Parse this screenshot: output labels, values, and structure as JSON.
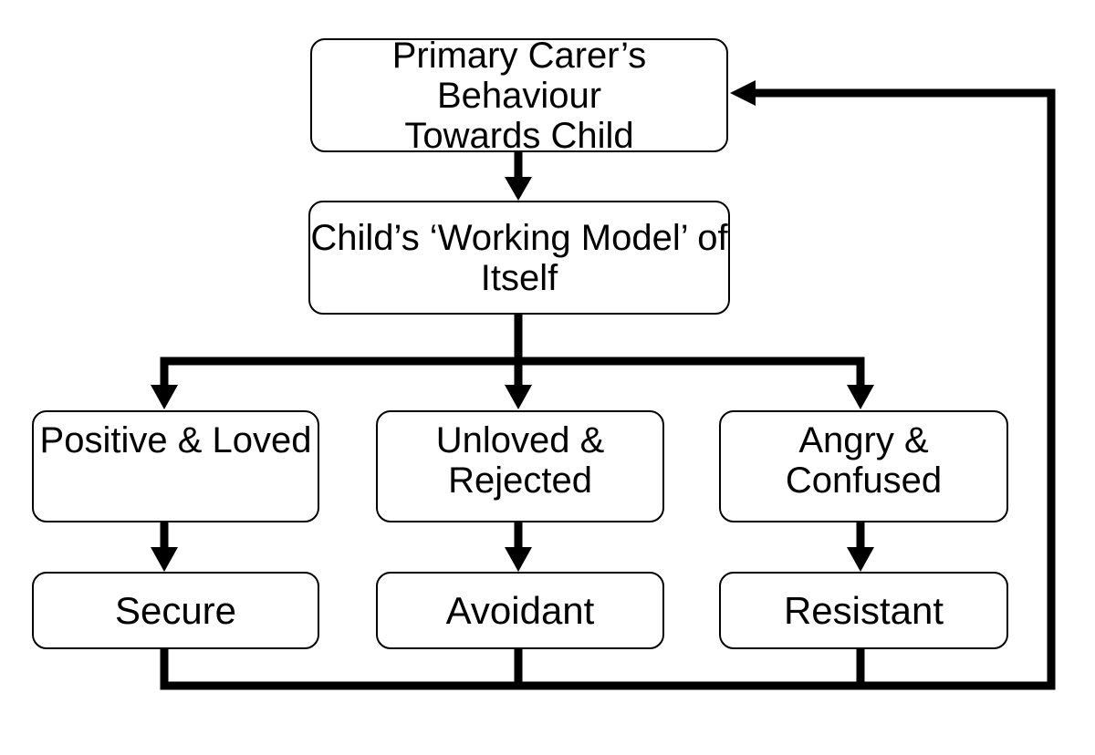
{
  "diagram": {
    "type": "flowchart",
    "nodes": {
      "primary_carer_behaviour": {
        "text": "Primary Carer’s Behaviour\nTowards Child"
      },
      "child_working_model": {
        "text": "Child’s ‘Working Model’ of\nItself"
      },
      "positive_loved": {
        "text": "Positive & Loved"
      },
      "unloved_rejected": {
        "text": "Unloved &\nRejected"
      },
      "angry_confused": {
        "text": "Angry &\nConfused"
      },
      "secure": {
        "text": "Secure"
      },
      "avoidant": {
        "text": "Avoidant"
      },
      "resistant": {
        "text": "Resistant"
      }
    },
    "edges": [
      {
        "from": "primary_carer_behaviour",
        "to": "child_working_model"
      },
      {
        "from": "child_working_model",
        "to": "positive_loved"
      },
      {
        "from": "child_working_model",
        "to": "unloved_rejected"
      },
      {
        "from": "child_working_model",
        "to": "angry_confused"
      },
      {
        "from": "positive_loved",
        "to": "secure"
      },
      {
        "from": "unloved_rejected",
        "to": "avoidant"
      },
      {
        "from": "angry_confused",
        "to": "resistant"
      },
      {
        "from": "secure",
        "to": "primary_carer_behaviour"
      },
      {
        "from": "avoidant",
        "to": "primary_carer_behaviour"
      },
      {
        "from": "resistant",
        "to": "primary_carer_behaviour"
      }
    ],
    "colors": {
      "line": "#000000",
      "border": "#000000",
      "fill": "#ffffff",
      "background": "#ffffff"
    }
  }
}
